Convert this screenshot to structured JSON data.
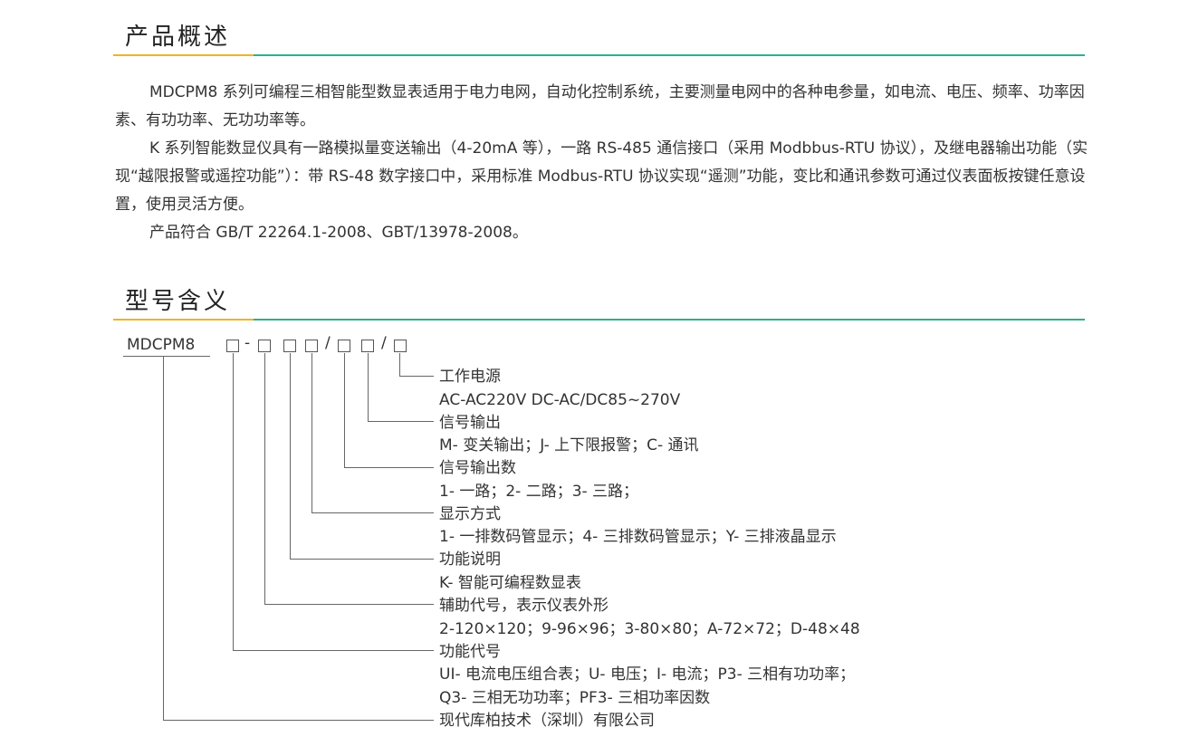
{
  "overview": {
    "title": "产品概述",
    "paragraphs": [
      "MDCPM8 系列可编程三相智能型数显表适用于电力电网，自动化控制系统，主要测量电网中的各种电参量，如电流、电压、频率、功率因素、有功功率、无功功率等。",
      "K 系列智能数显仪具有一路模拟量变送输出（4-20mA 等），一路 RS-485 通信接口（采用 Modbbus-RTU 协议），及继电器输出功能（实现“越限报警或遥控功能”）：带 RS-48 数字接口中，采用标准 Modbus-RTU 协议实现“遥测”功能，变比和通讯参数可通过仪表面板按键任意设置，使用灵活方便。",
      "产品符合 GB/T 22264.1-2008、GBT/13978-2008。"
    ]
  },
  "model": {
    "title": "型号含义",
    "code": "MDCPM8",
    "separators": [
      "-",
      "/",
      "/"
    ],
    "items": [
      {
        "label": "工作电源",
        "desc": "AC-AC220V    DC-AC/DC85~270V"
      },
      {
        "label": "信号输出",
        "desc": "M- 变关输出；J- 上下限报警；C- 通讯"
      },
      {
        "label": "信号输出数",
        "desc": "1- 一路；2- 二路；3- 三路；"
      },
      {
        "label": "显示方式",
        "desc": "1- 一排数码管显示；4- 三排数码管显示；Y- 三排液晶显示"
      },
      {
        "label": "功能说明",
        "desc": "K- 智能可编程数显表"
      },
      {
        "label": "辅助代号，表示仪表外形",
        "desc": "2-120×120；9-96×96；3-80×80；A-72×72；D-48×48"
      },
      {
        "label": "功能代号",
        "desc": "UI- 电流电压组合表；U- 电压；I- 电流；P3- 三相有功功率；",
        "desc2": "Q3- 三相无功功率；PF3- 三相功率因数"
      },
      {
        "label": "现代库柏技术（深圳）有限公司"
      }
    ]
  },
  "colors": {
    "accent_gold": "#f0b323",
    "accent_green": "#2eaf8e",
    "text": "#333333"
  }
}
